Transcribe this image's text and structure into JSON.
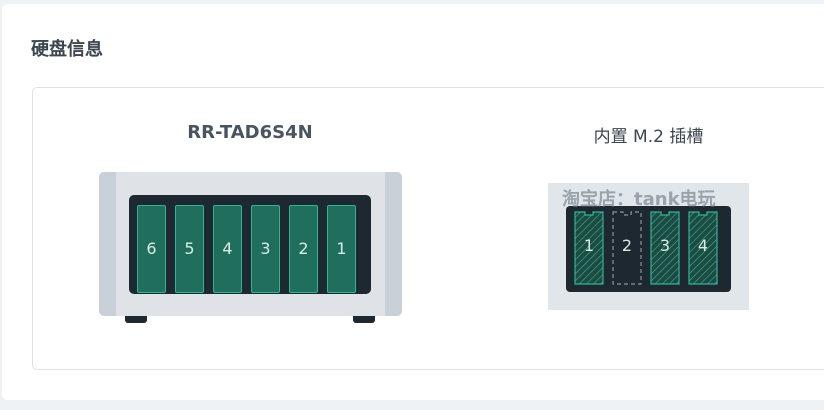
{
  "section": {
    "title": "硬盘信息"
  },
  "device": {
    "model": "RR-TAD6S4N",
    "bays": [
      "6",
      "5",
      "4",
      "3",
      "2",
      "1"
    ]
  },
  "m2": {
    "title": "内置 M.2 插槽",
    "slots": [
      {
        "label": "1",
        "state": "installed"
      },
      {
        "label": "2",
        "state": "empty"
      },
      {
        "label": "3",
        "state": "installed"
      },
      {
        "label": "4",
        "state": "installed"
      }
    ]
  },
  "watermark": "淘宝店：tank电玩",
  "colors": {
    "disk_fill": "#1f6f5c",
    "disk_border": "#2fb596",
    "chassis_dark": "#1e2830",
    "chassis_light": "#dfe3e7"
  }
}
